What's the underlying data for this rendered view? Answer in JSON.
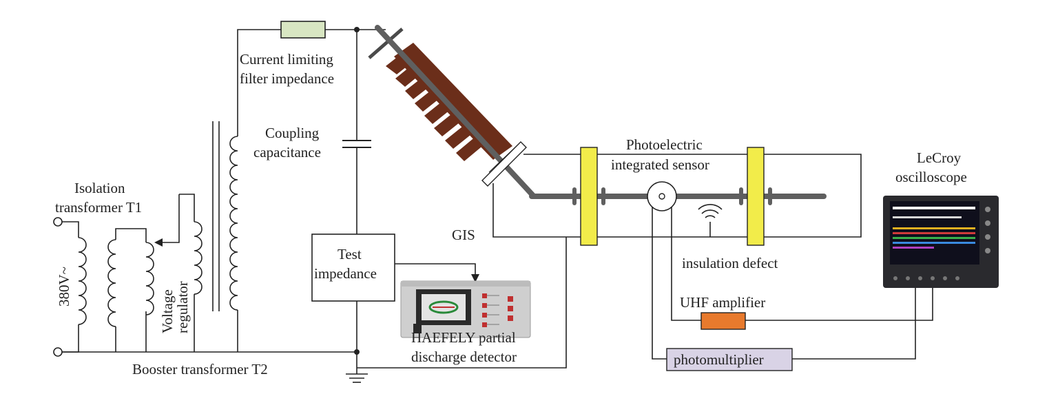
{
  "labels": {
    "current_limiting_line1": "Current limiting",
    "current_limiting_line2": "filter impedance",
    "coupling_line1": "Coupling",
    "coupling_line2": "capacitance",
    "isolation_line1": "Isolation",
    "isolation_line2": "transformer T1",
    "supply_voltage": "380V~",
    "voltage_reg_line1": "Voltage",
    "voltage_reg_line2": "regulator",
    "booster": "Booster transformer T2",
    "test_impedance_line1": "Test",
    "test_impedance_line2": "impedance",
    "gis": "GIS",
    "haefely_line1": "HAEFELY partial",
    "haefely_line2": "discharge detector",
    "sensor_line1": "Photoelectric",
    "sensor_line2": "integrated sensor",
    "insulation_defect": "insulation defect",
    "uhf_amplifier": "UHF amplifier",
    "photomultiplier": "photomultiplier",
    "oscilloscope_line1": "LeCroy",
    "oscilloscope_line2": "oscilloscope"
  },
  "colors": {
    "wire": "#222222",
    "filter_impedance": "#d8e6c2",
    "bushing": "#6b2e1a",
    "conductor": "#5f5f5f",
    "spacer": "#f2ec4a",
    "uhf_amplifier": "#e87a2d",
    "photomultiplier": "#d9d3e6",
    "instrument_body": "#d4d4d4",
    "scope_screen": "#1a1a2a"
  },
  "icons": [
    "wifi-antenna-icon",
    "ground-icon",
    "sensor-icon"
  ]
}
